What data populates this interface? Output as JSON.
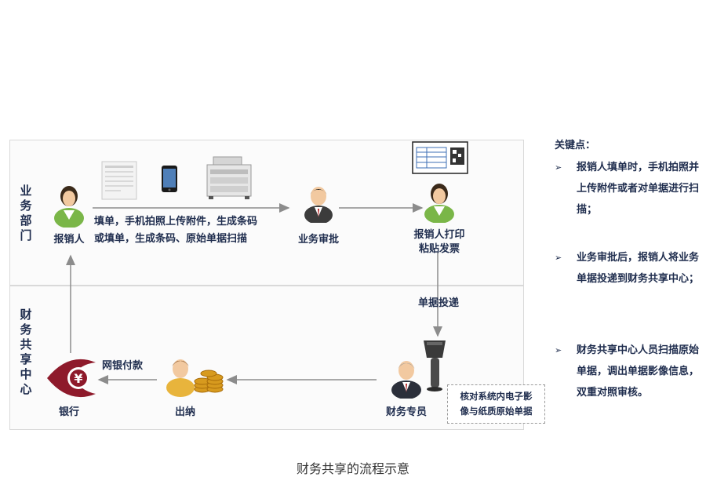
{
  "lanes": {
    "business_dept": "业务部门",
    "shared_center": "财务共享中心"
  },
  "nodes": {
    "submitter": "报销人",
    "business_approval": "业务审批",
    "submitter_print_line1": "报销人打印",
    "submitter_print_line2": "粘贴发票",
    "finance_specialist": "财务专员",
    "cashier": "出纳",
    "bank": "银行"
  },
  "flows": {
    "fill_line1": "填单，手机拍照上传附件，生成条码",
    "fill_line2": "或填单，生成条码、原始单据扫描",
    "deliver_docs": "单据投递",
    "online_payment": "网银付款",
    "verify_line1": "核对系统内电子影",
    "verify_line2": "像与纸质原始单据"
  },
  "key_points": {
    "title": "关键点：",
    "items": [
      "报销人填单时，手机拍照并上传附件或者对单据进行扫描；",
      "业务审批后，报销人将业务单据投递到财务共享中心；",
      "财务共享中心人员扫描原始单据，调出单据影像信息，双重对照审核。"
    ]
  },
  "caption": "财务共享的流程示意",
  "colors": {
    "text": "#1f2d4e",
    "arrow": "#8c8c8c",
    "bank_red": "#8e1a2b"
  },
  "icons": [
    "person-icon",
    "document-icon",
    "smartphone-icon",
    "copier-icon",
    "manager-icon",
    "barcode-form-icon",
    "scanner-icon",
    "coins-icon",
    "bank-yen-icon"
  ]
}
